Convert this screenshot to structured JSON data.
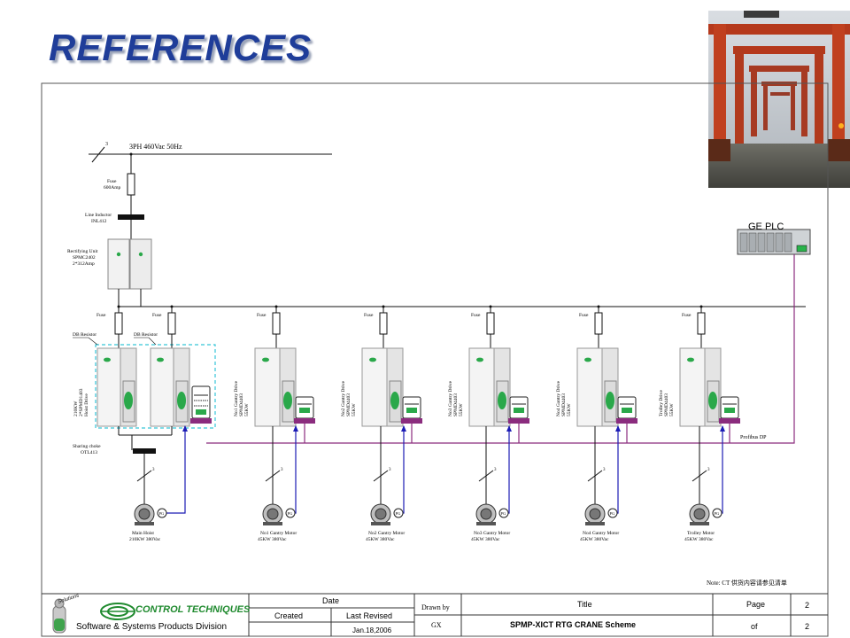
{
  "title": "REFERENCES",
  "supply": {
    "phase_tick": "3",
    "label": "3PH 460Vac 50Hz"
  },
  "main_fuse": {
    "line1": "Fuse",
    "line2": "600Amp"
  },
  "line_inductor": {
    "line1": "Line Inductor",
    "line2": "INL412"
  },
  "rectifier": {
    "line1": "Rectifying Unit",
    "line2": "SPMC2402",
    "line3": "2*312Amp"
  },
  "plc_label": "GE PLC",
  "fuse_label": "Fuse",
  "db_resistor": "DB Resistor",
  "hoist_drive_label": [
    "Hoist Drive",
    "2*SPMD1403",
    "210KW"
  ],
  "gantry_drives": [
    [
      "No1 Gantry Drive",
      "SPMD4403",
      "55KW"
    ],
    [
      "No2 Gantry Drive",
      "SPMD4403",
      "55KW"
    ],
    [
      "No3 Gantry Drive",
      "SPMD4403",
      "55KW"
    ],
    [
      "No4 Gantry Drive",
      "SPMD4403",
      "55KW"
    ]
  ],
  "trolley_drive_label": [
    "Trolley Drive",
    "SPMD4403",
    "55KW"
  ],
  "sharing_choke": {
    "line1": "Sharing choke",
    "line2": "OTL413"
  },
  "profibus": "Profibus DP",
  "motor_phase": "3",
  "pg_label": "PG",
  "motors": [
    {
      "line1": "Main Hoist",
      "line2": "210KW 380Vac"
    },
    {
      "line1": "No1 Gantry Motor",
      "line2": "45KW 380Vac"
    },
    {
      "line1": "No2 Gantry Motor",
      "line2": "45KW 380Vac"
    },
    {
      "line1": "No3 Gantry Motor",
      "line2": "45KW 380Vac"
    },
    {
      "line1": "No4 Gantry Motor",
      "line2": "45KW 380Vac"
    },
    {
      "line1": "Trolley Motor",
      "line2": "45KW 380Vac"
    }
  ],
  "note": "Note: CT 供货内容请参见清单",
  "title_block": {
    "logo_name": "CONTROL TECHNIQUES",
    "logo_small": "Solutions",
    "division": "Software & Systems Products Division",
    "date_header": "Date",
    "created": "Created",
    "last_revised": "Last Revised",
    "revised_date": "Jan.18,2006",
    "drawn_by": "Drawn by",
    "drawn_name": "GX",
    "title_header": "Title",
    "title_value": "SPMP-XICT RTG CRANE Scheme",
    "page_header": "Page",
    "of_label": "of",
    "page_num": "2",
    "page_total": "2"
  },
  "colors": {
    "title": "#1f3d99",
    "fieldbus": "#8b2c7e",
    "encoder": "#1c1cb5",
    "drive_led": "#2aa84a",
    "dc_frame": "#36c5d8"
  }
}
